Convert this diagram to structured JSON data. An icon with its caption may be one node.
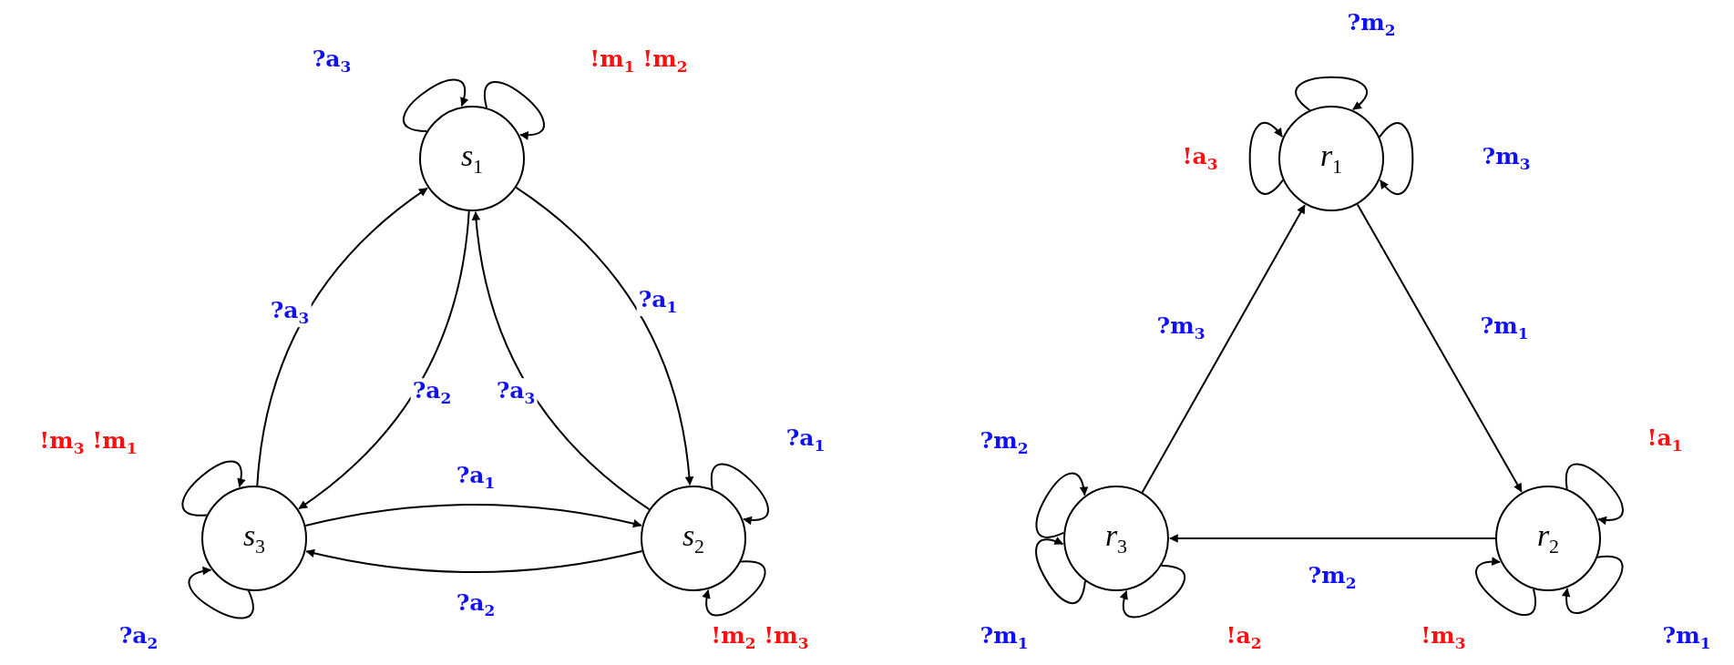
{
  "diagram": {
    "nodes": [
      {
        "text": [
          "s$_{1}$"
        ]
      },
      {
        "text": [
          "s$_{2}$"
        ]
      },
      {
        "text": [
          "s$_{3}$"
        ]
      },
      {
        "text": [
          "r$_{1}$"
        ]
      },
      {
        "text": [
          "r$_{2}$"
        ]
      },
      {
        "text": [
          "r$_{3}$"
        ]
      }
    ],
    "edges": [
      {
        "from": 0,
        "to": 0,
        "arrow": "to",
        "label": "?a$_{3}$"
      },
      {
        "from": 0,
        "to": 0,
        "arrow": "to",
        "label": "!m$_{1}$ !m$_{2}$"
      },
      {
        "from": 2,
        "to": 0,
        "arrow": "to",
        "label": "?a$_{3}$"
      },
      {
        "from": 0,
        "to": 1,
        "arrow": "to",
        "label": "?a$_{1}$"
      },
      {
        "from": 0,
        "to": 2,
        "arrow": "to",
        "label": "?a$_{2}$"
      },
      {
        "from": 1,
        "to": 0,
        "arrow": "to",
        "label": "?a$_{3}$"
      },
      {
        "from": 2,
        "to": 2,
        "arrow": "to",
        "label": "!m$_{3}$ !m$_{1}$"
      },
      {
        "from": 2,
        "to": 2,
        "arrow": "to",
        "label": "?a$_{2}$"
      },
      {
        "from": 2,
        "to": 1,
        "arrow": "to",
        "label": "?a$_{1}$"
      },
      {
        "from": 1,
        "to": 2,
        "arrow": "to",
        "label": "?a$_{2}$"
      },
      {
        "from": 1,
        "to": 1,
        "arrow": "to",
        "label": "?a$_{1}$"
      },
      {
        "from": 1,
        "to": 1,
        "arrow": "to",
        "label": "!m$_{2}$ !m$_{3}$"
      },
      {
        "from": 3,
        "to": 3,
        "arrow": "to",
        "label": "?m$_{2}$"
      },
      {
        "from": 3,
        "to": 3,
        "arrow": "to",
        "label": "!a$_{3}$"
      },
      {
        "from": 3,
        "to": 3,
        "arrow": "to",
        "label": "?m$_{3}$"
      },
      {
        "from": 3,
        "to": 4,
        "arrow": "to",
        "label": "?m$_{1}$"
      },
      {
        "from": 5,
        "to": 3,
        "arrow": "to",
        "label": "?m$_{3}$"
      },
      {
        "from": 4,
        "to": 5,
        "arrow": "to",
        "label": "?m$_{2}$"
      },
      {
        "from": 5,
        "to": 5,
        "arrow": "to",
        "label": "?m$_{2}$"
      },
      {
        "from": 5,
        "to": 5,
        "arrow": "to",
        "label": "?m$_{1}$"
      },
      {
        "from": 5,
        "to": 5,
        "arrow": "to",
        "label": "!a$_{2}$"
      },
      {
        "from": 4,
        "to": 4,
        "arrow": "to",
        "label": "!a$_{1}$"
      },
      {
        "from": 4,
        "to": 4,
        "arrow": "to",
        "label": "!m$_{3}$"
      },
      {
        "from": 4,
        "to": 4,
        "arrow": "to",
        "label": "?m$_{1}$"
      }
    ]
  }
}
